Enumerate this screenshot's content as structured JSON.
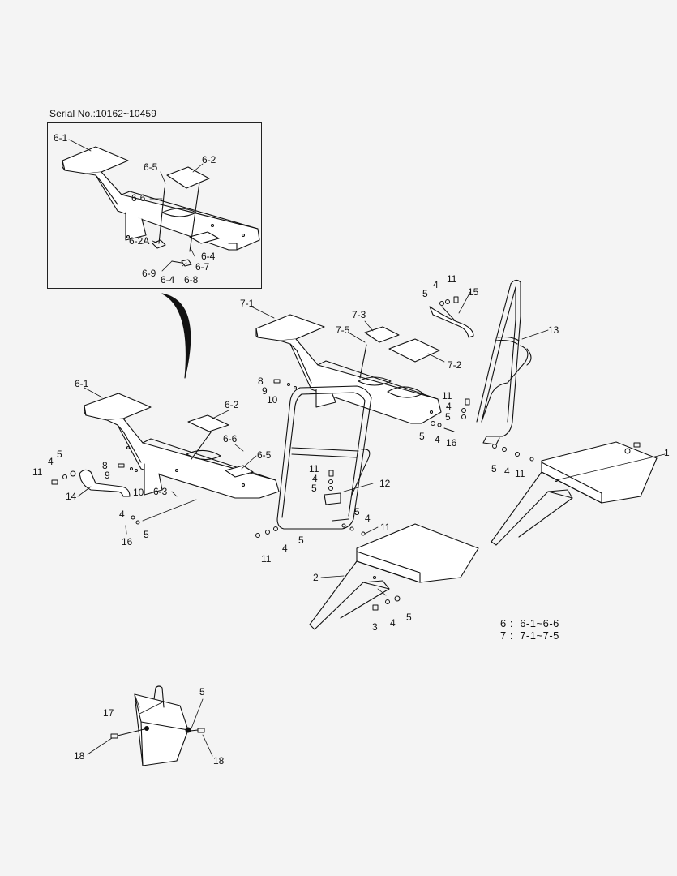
{
  "inset": {
    "serial": "Serial No.:10162~10459"
  },
  "legend": [
    {
      "key": "6 :",
      "value": "6-1~6-6"
    },
    {
      "key": "7 :",
      "value": "7-1~7-5"
    }
  ],
  "callouts": {
    "c6_1_inset": "6-1",
    "c6_5_inset": "6-5",
    "c6_2_inset": "6-2",
    "c6_6_inset": "6-6",
    "c6_2A": "6-2A",
    "c6_4a_inset": "6-4",
    "c6_7": "6-7",
    "c6_9": "6-9",
    "c6_4b_inset": "6-4",
    "c6_8": "6-8",
    "c7_1": "7-1",
    "c7_3": "7-3",
    "c7_5": "7-5",
    "c7_2": "7-2",
    "c11_top": "11",
    "c4_top": "4",
    "c5_top": "5",
    "c15": "15",
    "c13": "13",
    "c6_1": "6-1",
    "c6_2": "6-2",
    "c6_6": "6-6",
    "c6_5": "6-5",
    "c6_3": "6-3",
    "c8a": "8",
    "c9a": "9",
    "c10a": "10",
    "c8b": "8",
    "c9b": "9",
    "c10b": "10",
    "c5_left": "5",
    "c4_left": "4",
    "c11_left": "11",
    "c14": "14",
    "c4_lower": "4",
    "c5_lower": "5",
    "c16_left": "16",
    "c11_mid_r": "11",
    "c4_mid_r": "4",
    "c5_mid_r": "5",
    "c5_mid_r2": "5",
    "c4_mid_r2": "4",
    "c16_right": "16",
    "c11_step": "11",
    "c4_step": "4",
    "c5_step": "5",
    "c12": "12",
    "c5_frame": "5",
    "c4_frame": "4",
    "c11_frame": "11",
    "c5_b": "5",
    "c4_b": "4",
    "c11_b": "11",
    "c5_r": "5",
    "c4_r": "4",
    "c11_r": "11",
    "c1": "1",
    "c2": "2",
    "c3": "3",
    "c4_fender": "4",
    "c5_fender": "5",
    "c17": "17",
    "c5_bin": "5",
    "c18_left": "18",
    "c18_right": "18"
  }
}
